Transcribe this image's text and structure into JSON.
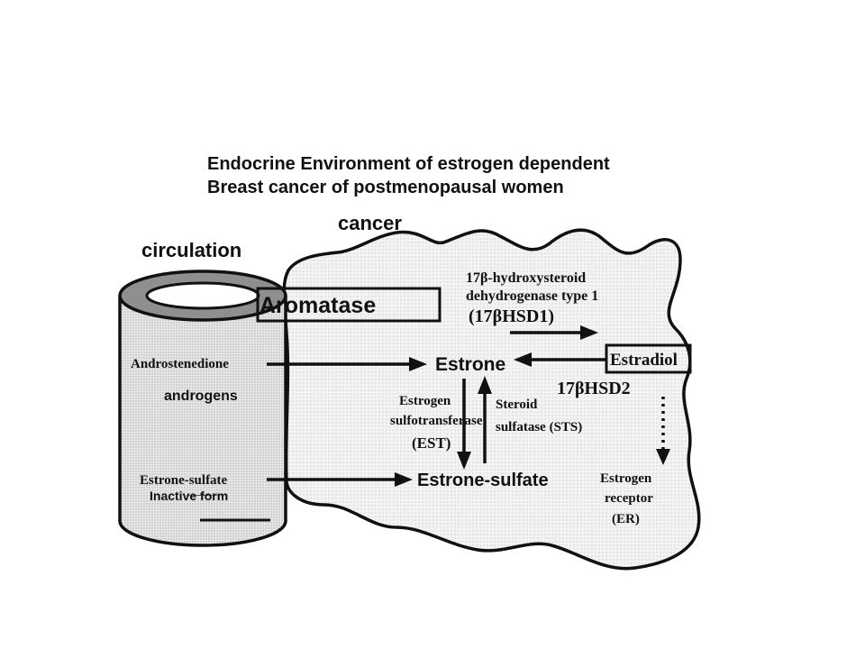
{
  "title": {
    "line1": "Endocrine Environment of estrogen dependent",
    "line2": "Breast cancer of postmenopausal women"
  },
  "labels": {
    "cancer": "cancer",
    "circulation": "circulation",
    "aromatase": "Aromatase",
    "hsd1_line1": "17β-hydroxysteroid",
    "hsd1_line2": "dehydrogenase type 1",
    "hsd1_abbrev": "(17βHSD1)",
    "estradiol": "Estradiol",
    "hsd2": "17βHSD2",
    "androstenedione": "Androstenedione",
    "androgens": "androgens",
    "estrone": "Estrone",
    "est_line1": "Estrogen",
    "est_line2": "sulfotransferase",
    "est_abbrev": "(EST)",
    "sts_line1": "Steroid",
    "sts_line2": "sulfatase (STS)",
    "estrone_sulfate_circ_line1": "Estrone-sulfate",
    "estrone_sulfate_circ_line2": "Inactive form",
    "estrone_sulfate": "Estrone-sulfate",
    "er_line1": "Estrogen",
    "er_line2": "receptor",
    "er_abbrev": "(ER)"
  },
  "colors": {
    "ink": "#111111",
    "tissue_fill": "#f1f1f1",
    "vessel_body": "#e4e4e4",
    "vessel_ring": "#8f8f8f",
    "background": "#ffffff"
  }
}
